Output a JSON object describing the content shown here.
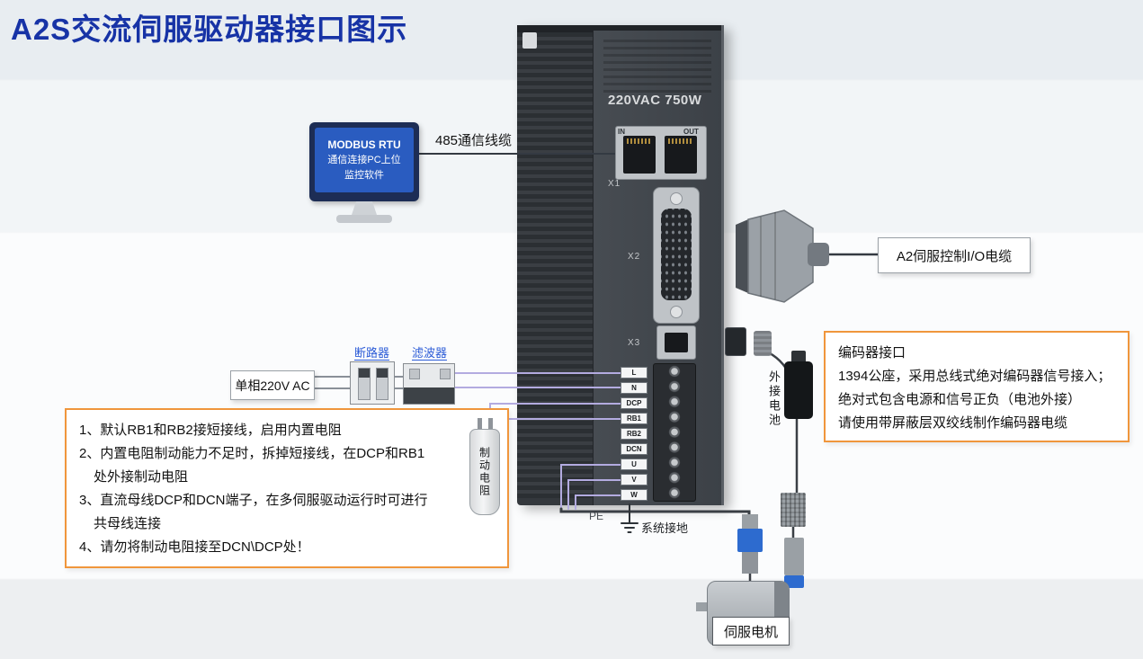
{
  "title": "A2S交流伺服驱动器接口图示",
  "monitor": {
    "line1": "MODBUS RTU",
    "line2": "通信连接PC上位",
    "line3": "监控软件"
  },
  "cables": {
    "comm": "485通信线缆",
    "io": "A2伺服控制I/O电缆"
  },
  "power": {
    "source": "单相220V AC",
    "breaker": "断路器",
    "filter": "滤波器"
  },
  "drive": {
    "rating": "220VAC 750W",
    "in": "IN",
    "out": "OUT",
    "x1": "X1",
    "x2": "X2",
    "x3": "X3",
    "pe": "PE",
    "terminals": [
      "L",
      "N",
      "DCP",
      "RB1",
      "RB2",
      "DCN",
      "U",
      "V",
      "W"
    ]
  },
  "brake_resistor": "制动电阻",
  "battery": "外接电池",
  "ground": "系统接地",
  "motor": "伺服电机",
  "encoder_box": {
    "line1": "编码器接口",
    "line2": "1394公座，采用总线式绝对编码器信号接入；",
    "line3": "绝对式包含电源和信号正负（电池外接）",
    "line4": "请使用带屏蔽层双绞线制作编码器电缆"
  },
  "notes": {
    "n1": "1、默认RB1和RB2接短接线，启用内置电阻",
    "n2": "2、内置电阻制动能力不足时，拆掉短接线，在DCP和RB1",
    "n2b": "处外接制动电阻",
    "n3": "3、直流母线DCP和DCN端子，在多伺服驱动运行时可进行",
    "n3b": "共母线连接",
    "n4": "4、请勿将制动电阻接至DCN\\DCP处！"
  },
  "colors": {
    "accent_orange": "#f0963c",
    "label_blue": "#2b5bd7",
    "title_blue": "#1733a6",
    "screen_blue": "#2a5cc0"
  }
}
